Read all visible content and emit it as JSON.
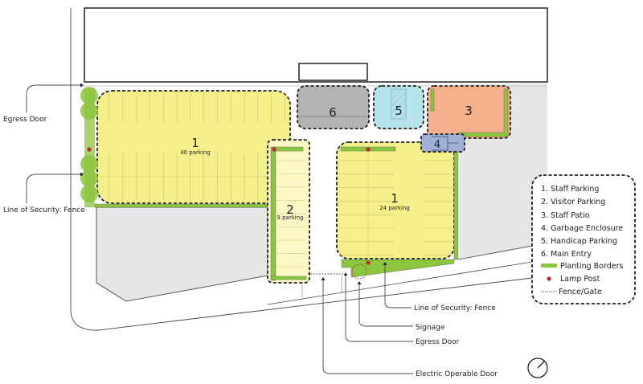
{
  "colors": {
    "staff_parking": "#f5f08a",
    "visitor_parking": "#fbf8c6",
    "staff_patio": "#f6b08e",
    "garbage_enclosure": "#9fb0d8",
    "handicap_parking": "#b4e3ec",
    "main_entry": "#b3b3b3",
    "planting": "#8cc63f",
    "lamp": "#c1272d",
    "ground": "#e6e6e6"
  },
  "zones": {
    "staff_parking_west": {
      "number": "1",
      "capacity": "40 parking"
    },
    "visitor_parking": {
      "number": "2",
      "capacity": "9 parking"
    },
    "staff_patio": {
      "number": "3"
    },
    "garbage_enclosure": {
      "number": "4"
    },
    "handicap_parking": {
      "number": "5"
    },
    "main_entry": {
      "number": "6"
    },
    "staff_parking_east": {
      "number": "1",
      "capacity": "24 parking"
    }
  },
  "callouts": {
    "egress_door_west": "Egress Door",
    "fence_west": "Line of Security: Fence",
    "fence_south": "Line of Security: Fence",
    "signage": "Signage",
    "egress_door_south": "Egress Door",
    "electric_door": "Electric Operable Door"
  },
  "legend": {
    "items": [
      "1. Staff Parking",
      "2. Visitor Parking",
      "3. Staff Patio",
      "4. Garbage Enclosure",
      "5. Handicap Parking",
      "6. Main Entry"
    ],
    "planting": "Planting Borders",
    "lamp": "Lamp Post",
    "fence": "Fence/Gate"
  }
}
